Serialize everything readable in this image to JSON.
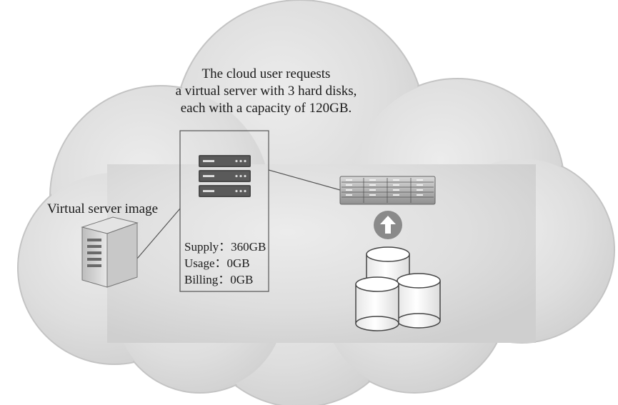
{
  "request": {
    "lines": [
      "The cloud user requests",
      "a virtual server with 3 hard disks,",
      "each with a capacity of 120GB."
    ]
  },
  "virtual_server_image": {
    "label": "Virtual server image",
    "icon": "tower-server-icon"
  },
  "virtual_server": {
    "icon": "rack-server-stack-icon",
    "stats": [
      "Supply：360GB",
      "Usage：0GB",
      "Billing：0GB"
    ]
  },
  "storage": {
    "array_icon": "storage-array-icon",
    "arrow_icon": "arrow-up-circle-icon",
    "disks_icon": "disk-cylinders-icon",
    "disk_count": 3
  },
  "colors": {
    "cloud_fill": "#dcdcdc",
    "cloud_edge": "#c4c4c4",
    "server_dark": "#4a4a4a",
    "arrow_circle": "#8a8a8a",
    "line": "#555555"
  }
}
